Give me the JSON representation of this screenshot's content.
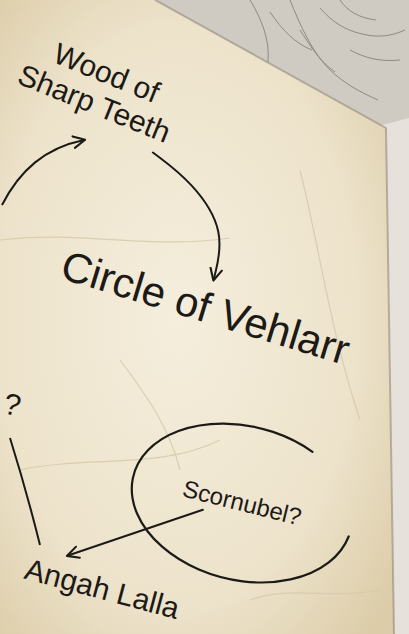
{
  "diagram": {
    "nodes": [
      {
        "text": [
          "Wood of Sharp Teeth"
        ]
      },
      {
        "text": [
          "Circle of Vehlarr"
        ]
      },
      {
        "text": [
          "Scornubel?"
        ]
      },
      {
        "text": [
          "Angah Lalla"
        ]
      }
    ],
    "edges": [
      {
        "from": 0,
        "to": 1,
        "arrow": "to"
      },
      {
        "from": 2,
        "to": 3,
        "arrow": "to"
      }
    ],
    "labels": [
      "?"
    ]
  }
}
